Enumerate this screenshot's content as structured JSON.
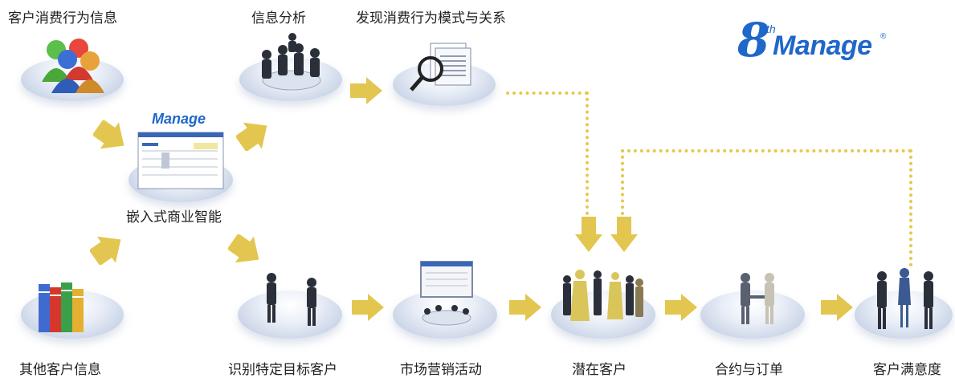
{
  "brand": {
    "number": "8",
    "superscript": "th",
    "word": "Manage",
    "registered": "®"
  },
  "labels": {
    "customer_consumption_info": "客户消费行为信息",
    "info_analysis": "信息分析",
    "discover_patterns": "发现消费行为模式与关系",
    "embedded_bi": "嵌入式商业智能",
    "other_customer_info": "其他客户信息",
    "identify_target": "识别特定目标客户",
    "marketing_activity": "市场营销活动",
    "potential_customer": "潜在客户",
    "contract_order": "合约与订单",
    "customer_satisfaction": "客户满意度"
  },
  "colors": {
    "arrow": "#e3c64f",
    "brand_blue": "#1f67c9",
    "disc": "#c8d3e6"
  }
}
